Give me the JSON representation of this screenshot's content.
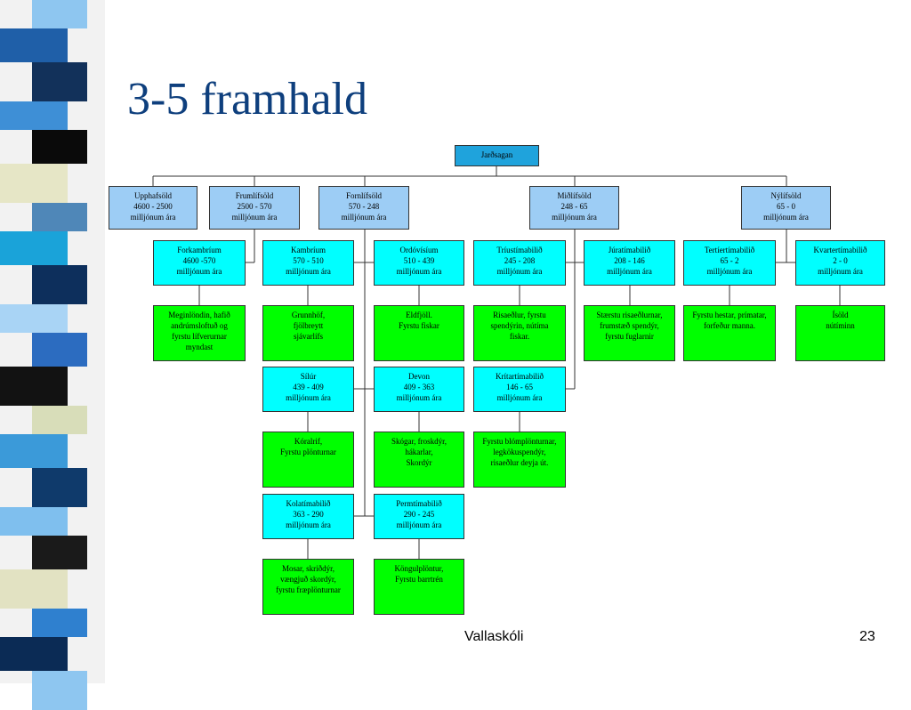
{
  "slide": {
    "title": "3-5 framhald",
    "footer_left": "Vallaskóli",
    "page_number": "23"
  },
  "colors": {
    "title": "#0e3f7d",
    "root": "#1fa3dc",
    "era": "#9dcdf5",
    "period": "#00ffff",
    "event": "#00ff00"
  },
  "tree": {
    "root": "Jarðsagan",
    "eras": [
      "Upphafsöld\n4600 - 2500\nmilljónum ára",
      "Frumlífsöld\n2500 - 570\nmilljónum ára",
      "Fornlífsöld\n570 - 248\nmilljónum ára",
      "Miðlífsöld\n248 - 65\nmilljónum ára",
      "Nýlífsöld\n65 - 0\nmilljónum ára"
    ],
    "periods": [
      "Forkambríum\n4600 -570\nmilljónum ára",
      "Kambríum\n570 - 510\nmilljónum ára",
      "Ordóvísíum\n510 - 439\nmilljónum ára",
      "Tríustímabilið\n245 - 208\nmilljónum ára",
      "Júratímabilið\n208 - 146\nmilljónum ára",
      "Tertíertímabilið\n65 - 2\nmilljónum ára",
      "Kvartertímabilið\n2 - 0\nmilljónum ára",
      "Sílúr\n439 - 409\nmilljónum ára",
      "Devon\n409 - 363\nmilljónum ára",
      "Krítartímabilið\n146 - 65\nmilljónum ára",
      "Kolatímabilið\n363 - 290\nmilljónum ára",
      "Permtímabilið\n290 - 245\nmilljónum ára"
    ],
    "events": [
      "Meginlöndin, hafið\nandrúmsloftuð og\nfyrstu lífverurnar\nmyndast",
      "Grunnhöf,\nfjölbreytt\nsjávarlífs",
      "Eldfjöll.\nFyrstu fiskar",
      "Risaeðlur, fyrstu\nspendýrin, nútíma\nfiskar.",
      "Stærstu risaeðlurnar,\nfrumstæð spendýr,\nfyrstu fuglarnir",
      "Fyrstu hestar, prímatar,\nforfeður manna.",
      "Ísöld\nnútíminn",
      "Kóralrif,\nFyrstu plönturnar",
      "Skógar, froskdýr,\nhákarlar,\nSkordýr",
      "Fyrstu blómplönturnar,\nlegkökuspendýr,\nrisaeðlur deyja út.",
      "Mosar, skriðdýr,\nvængjuð skordýr,\nfyrstu fræplönturnar",
      "Köngulplöntur,\nFyrstu barrtrén"
    ]
  }
}
